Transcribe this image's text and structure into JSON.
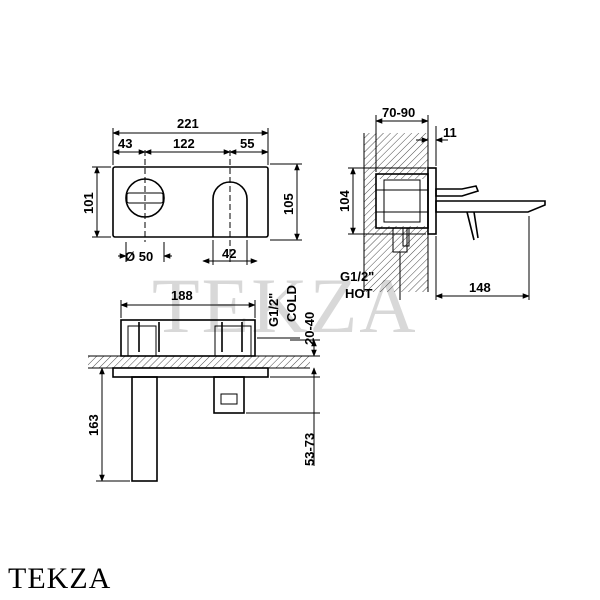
{
  "watermark": "TEKZA",
  "brand": "TEKZA",
  "front_view": {
    "total_width": "221",
    "left_offset": "43",
    "center_distance": "122",
    "right_offset": "55",
    "height_left": "101",
    "height_right": "105",
    "diameter": "Ø 50",
    "spout_width": "42"
  },
  "side_view": {
    "depth_range": "70-90",
    "plate_thickness": "11",
    "height": "104",
    "hot_thread": "G1/2\"",
    "hot_label": "HOT",
    "projection": "148"
  },
  "plan_view": {
    "width": "188",
    "cold_thread": "G1/2\"",
    "cold_label": "COLD",
    "depth_range": "20-40",
    "spout_length": "163",
    "offset_range": "53-73"
  }
}
